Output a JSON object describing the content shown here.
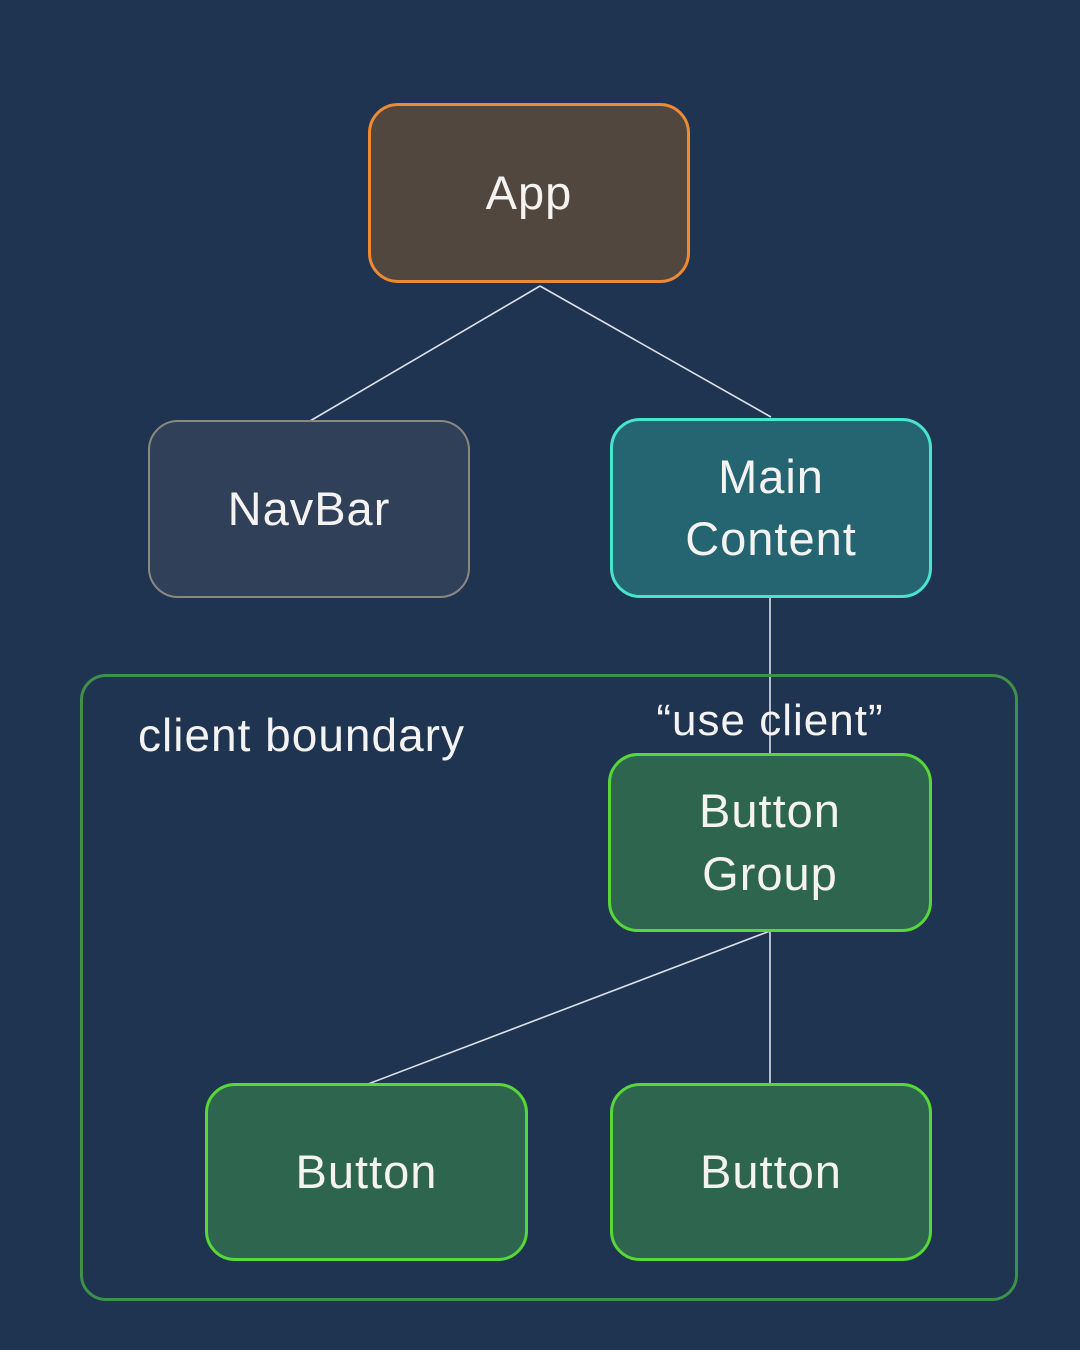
{
  "diagram": {
    "nodes": {
      "app": {
        "label": "App",
        "fill": "#52473f",
        "border": "#ee8a33"
      },
      "navbar": {
        "label": "NavBar",
        "fill": "#2f4058",
        "border": "#8a897f"
      },
      "main_content": {
        "label": "Main Content",
        "fill": "#256571",
        "border": "#47e5cb"
      },
      "button_group": {
        "label": "Button Group",
        "fill": "#2e654f",
        "border": "#57d838"
      },
      "button_left": {
        "label": "Button",
        "fill": "#2e654f",
        "border": "#57d838"
      },
      "button_right": {
        "label": "Button",
        "fill": "#2e654f",
        "border": "#57d838"
      }
    },
    "client_boundary": {
      "label": "client boundary",
      "directive": "“use client”",
      "border_color": "#3f9149"
    },
    "colors": {
      "background": "#1e3451",
      "connector": "#dde1e8",
      "text": "#f4f3f1"
    }
  }
}
